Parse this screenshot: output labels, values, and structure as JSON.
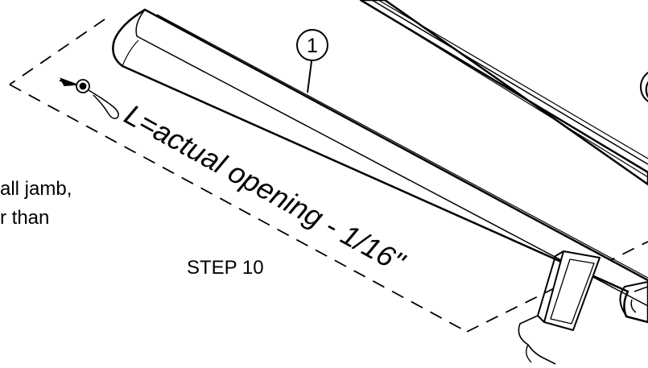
{
  "diagram": {
    "callout_number": "1",
    "callout_number_partial": "(",
    "dimension_label": "L=actual opening - 1/16\"",
    "step_label": "STEP 10",
    "side_text_line1": "all jamb,",
    "side_text_line2": "r than"
  }
}
